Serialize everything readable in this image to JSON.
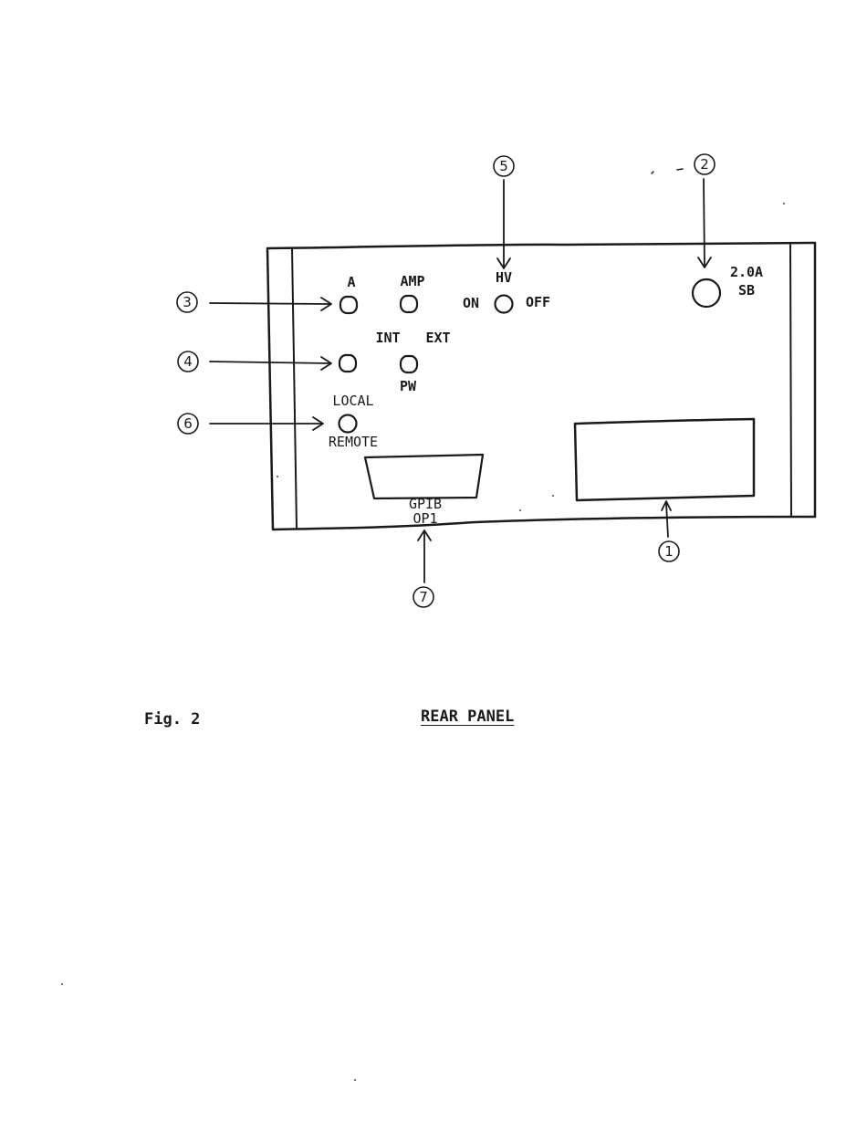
{
  "figure": {
    "label": "Fig. 2",
    "title": "REAR PANEL"
  },
  "panel": {
    "switch_a": "A",
    "switch_amp": "AMP",
    "switch_hv": "HV",
    "hv_on": "ON",
    "hv_off": "OFF",
    "fuse_rating": "2.0A",
    "fuse_type": "SB",
    "trigger_int": "INT",
    "trigger_ext": "EXT",
    "pw": "PW",
    "local": "LOCAL",
    "remote": "REMOTE",
    "gpib": "GPIB",
    "gpib_option": "OP1"
  },
  "callouts": {
    "c1": "1",
    "c2": "2",
    "c3": "3",
    "c4": "4",
    "c5": "5",
    "c6": "6",
    "c7": "7"
  }
}
